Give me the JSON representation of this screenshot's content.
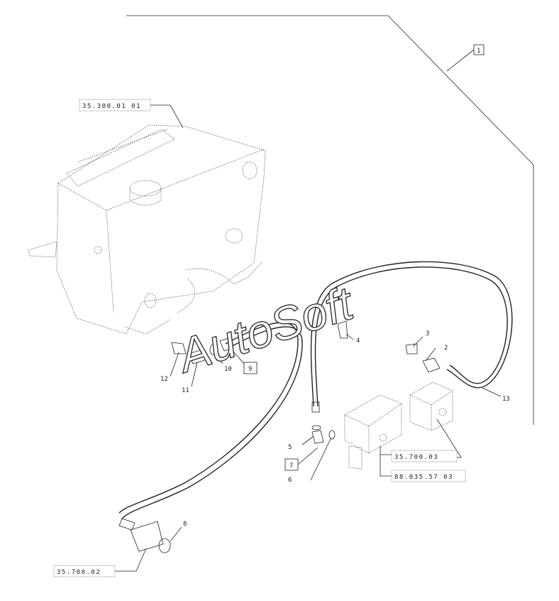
{
  "callouts": {
    "group": "1",
    "tank_ref": "35.300.01 01",
    "valve_ref_a": "35.700.03",
    "valve_ref_b": "88.035.57 03",
    "bottom_ref": "35.700.02",
    "boxed_9": "9",
    "boxed_7": "7"
  },
  "parts": [
    "2",
    "3",
    "4",
    "5",
    "6",
    "8",
    "10",
    "11",
    "12",
    "13"
  ],
  "watermark": "AutoSoft"
}
